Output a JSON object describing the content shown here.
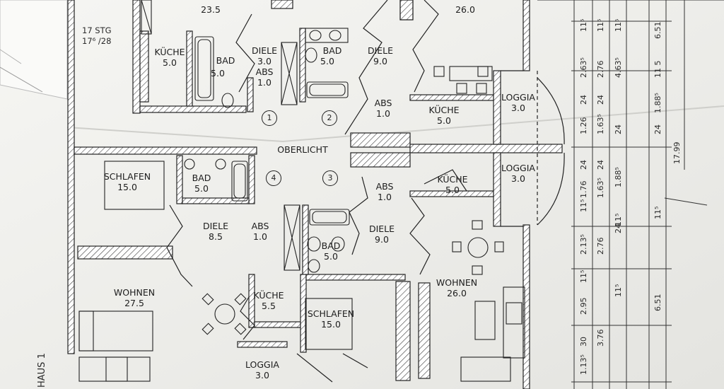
{
  "sheet": {
    "side_label": "HAUS 1"
  },
  "stair": {
    "line1": "17 STG",
    "line2": "17⁶ /28"
  },
  "skylight": "OBERLICHT",
  "markers": [
    "1",
    "2",
    "3",
    "4"
  ],
  "rooms": [
    {
      "name": "",
      "area": "23.5"
    },
    {
      "name": "",
      "area": "26.0"
    },
    {
      "name": "KÜCHE",
      "area": "5.0"
    },
    {
      "name": "BAD",
      "area": "5.0"
    },
    {
      "name": "DIELE",
      "area": "3.0"
    },
    {
      "name": "ABS",
      "area": "1.0"
    },
    {
      "name": "BAD",
      "area": "5.0"
    },
    {
      "name": "DIELE",
      "area": "9.0"
    },
    {
      "name": "ABS",
      "area": "1.0"
    },
    {
      "name": "KÜCHE",
      "area": "5.0"
    },
    {
      "name": "LOGGIA",
      "area": "3.0"
    },
    {
      "name": "SCHLAFEN",
      "area": "15.0"
    },
    {
      "name": "BAD",
      "area": "5.0"
    },
    {
      "name": "LOGGIA",
      "area": "3.0"
    },
    {
      "name": "KÜCHE",
      "area": "5.0"
    },
    {
      "name": "ABS",
      "area": "1.0"
    },
    {
      "name": "DIELE",
      "area": "8.5"
    },
    {
      "name": "ABS",
      "area": "1.0"
    },
    {
      "name": "DIELE",
      "area": "9.0"
    },
    {
      "name": "BAD",
      "area": "5.0"
    },
    {
      "name": "WOHNEN",
      "area": "27.5"
    },
    {
      "name": "WOHNEN",
      "area": "26.0"
    },
    {
      "name": "KÜCHE",
      "area": "5.5"
    },
    {
      "name": "SCHLAFEN",
      "area": "15.0"
    },
    {
      "name": "LOGGIA",
      "area": "3.0"
    }
  ],
  "dimensions": [
    "11⁵",
    "11⁵",
    "11⁵",
    "6.51",
    "2.63⁵",
    "2.76",
    "4.63⁵",
    "11 5",
    "24",
    "24",
    "1.26",
    "1.63⁵",
    "24",
    "24",
    "1.88⁵",
    "17.99",
    "24",
    "24",
    "1.76",
    "1.63⁵",
    "1.88⁵",
    "2.13⁵",
    "11⁵",
    "2.76",
    "11⁵",
    "24",
    "11⁵",
    "2.95",
    "11⁵",
    "11⁵",
    "6.51",
    "1.13⁵",
    "30",
    "3.76"
  ]
}
